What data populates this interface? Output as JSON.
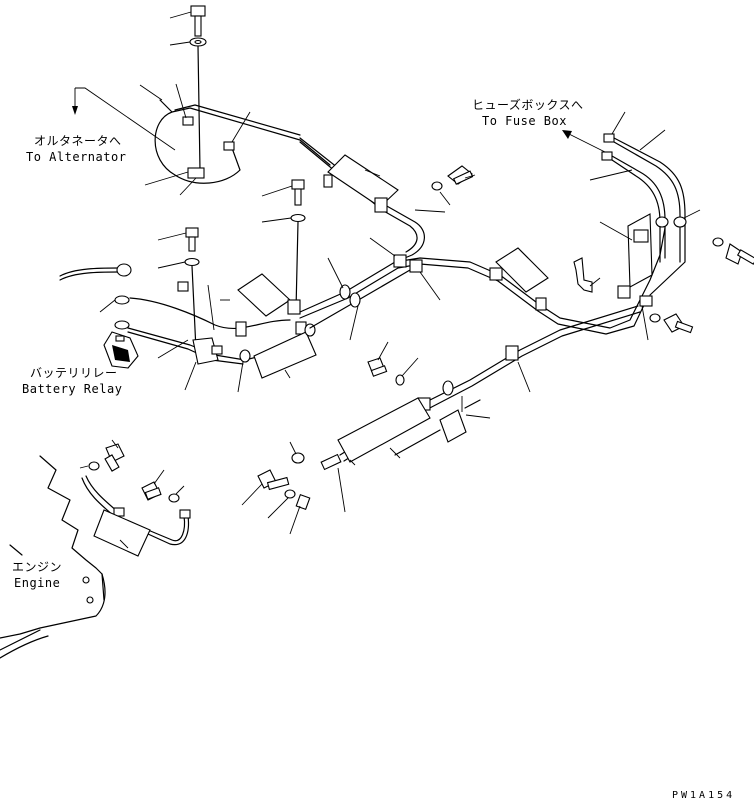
{
  "labels": {
    "alternator_jp": "オルタネータへ",
    "alternator_en": "To Alternator",
    "fusebox_jp": "ヒューズボックスへ",
    "fusebox_en": "To Fuse Box",
    "relay_jp": "バッテリリレー",
    "relay_en": "Battery Relay",
    "engine_jp": "エンジン",
    "engine_en": "Engine"
  },
  "drawing_code": "PW1A154"
}
